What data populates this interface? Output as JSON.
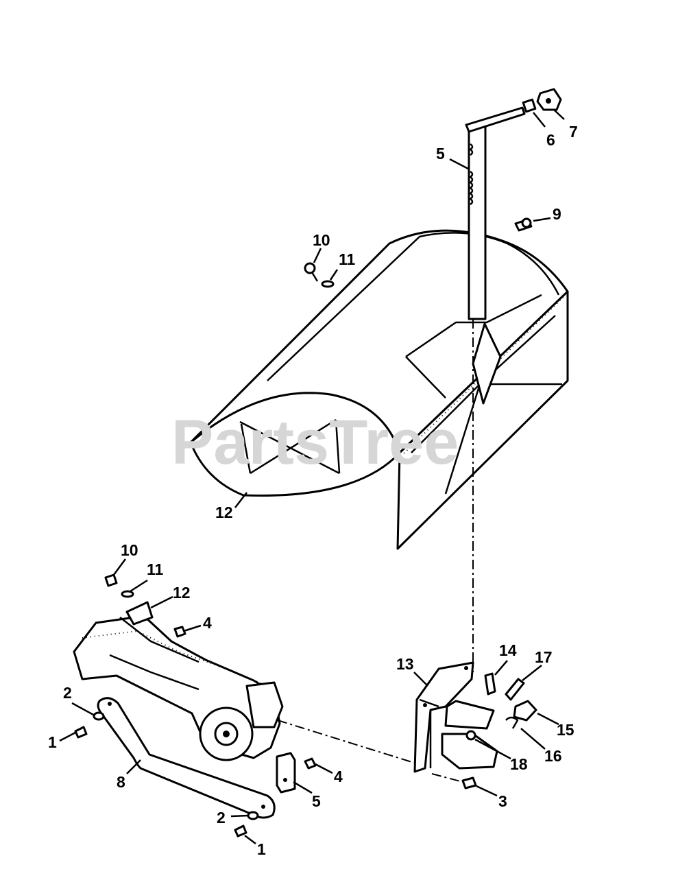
{
  "watermark": "PartsTree",
  "callouts": [
    {
      "id": "c7",
      "text": "7"
    },
    {
      "id": "c6",
      "text": "6"
    },
    {
      "id": "c5a",
      "text": "5"
    },
    {
      "id": "c9",
      "text": "9"
    },
    {
      "id": "c10a",
      "text": "10"
    },
    {
      "id": "c11a",
      "text": "11"
    },
    {
      "id": "c12a",
      "text": "12"
    },
    {
      "id": "c10b",
      "text": "10"
    },
    {
      "id": "c11b",
      "text": "11"
    },
    {
      "id": "c12b",
      "text": "12"
    },
    {
      "id": "c4a",
      "text": "4"
    },
    {
      "id": "c2a",
      "text": "2"
    },
    {
      "id": "c1a",
      "text": "1"
    },
    {
      "id": "c8",
      "text": "8"
    },
    {
      "id": "c4b",
      "text": "4"
    },
    {
      "id": "c5b",
      "text": "5"
    },
    {
      "id": "c2b",
      "text": "2"
    },
    {
      "id": "c1b",
      "text": "1"
    },
    {
      "id": "c13",
      "text": "13"
    },
    {
      "id": "c14",
      "text": "14"
    },
    {
      "id": "c17",
      "text": "17"
    },
    {
      "id": "c15",
      "text": "15"
    },
    {
      "id": "c16",
      "text": "16"
    },
    {
      "id": "c18",
      "text": "18"
    },
    {
      "id": "c3",
      "text": "3"
    }
  ]
}
